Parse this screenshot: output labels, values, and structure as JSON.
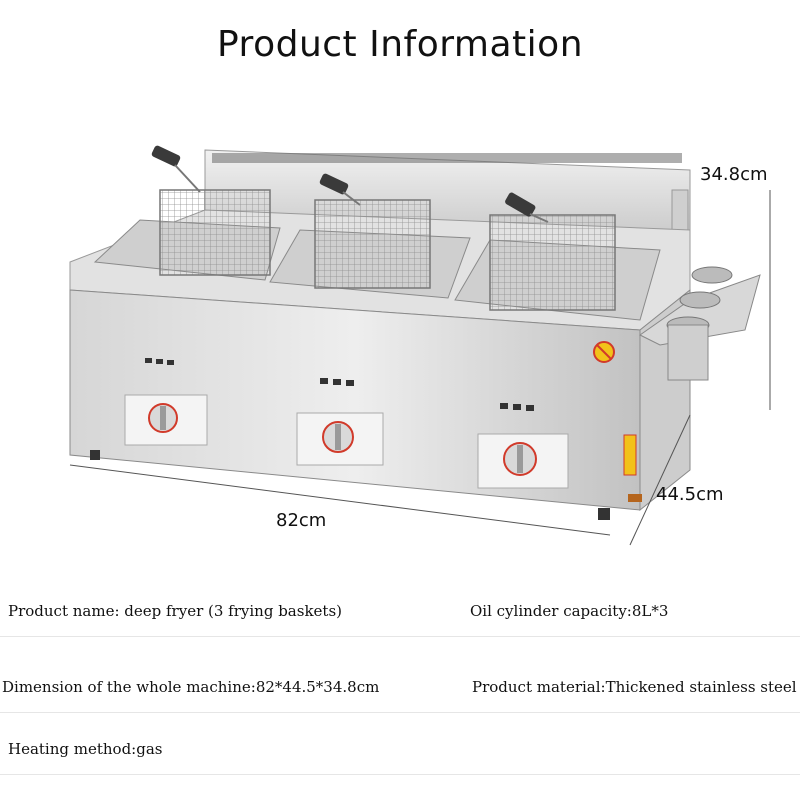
{
  "title": "Product Information",
  "dimensions": {
    "height": "34.8cm",
    "depth": "44.5cm",
    "width": "82cm"
  },
  "specs": {
    "product_name": "Product name: deep fryer (3 frying baskets)",
    "oil_capacity": "Oil cylinder capacity:8L*3",
    "dimension": "Dimension of the whole machine:82*44.5*34.8cm",
    "material": "Product material:Thickened stainless steel",
    "heating": "Heating method:gas"
  },
  "colors": {
    "steel_light": "#e4e4e4",
    "steel_mid": "#c9c9c9",
    "steel_dark": "#9a9a9a",
    "knob_red": "#d13a2a",
    "label_yellow": "#f2c21a"
  },
  "icons": [
    "fryer-basket-icon",
    "knob-icon",
    "warning-label-icon",
    "utensil-cup-icon"
  ]
}
